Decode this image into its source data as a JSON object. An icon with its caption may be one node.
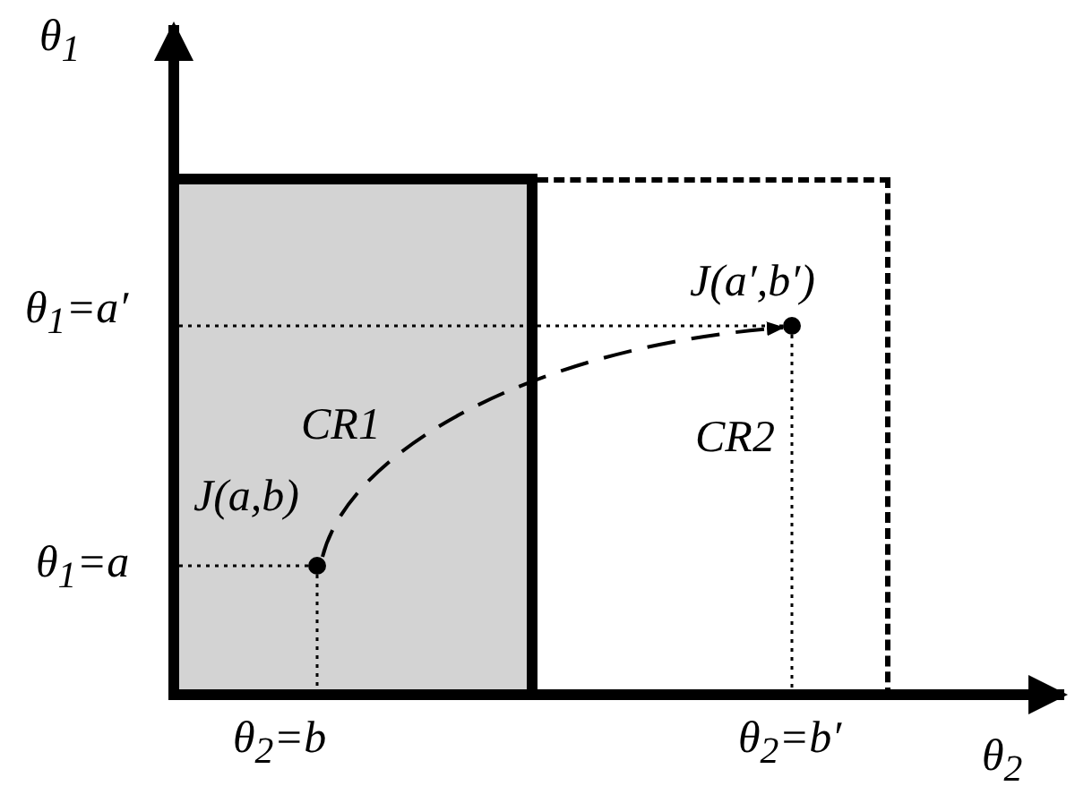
{
  "diagram": {
    "nodes": [
      {
        "text": [
          "CR1"
        ]
      },
      {
        "text": [
          "CR2"
        ]
      },
      {
        "text": [],
        "shape": "circle",
        "in": 0,
        "beside": [
          "J(a,b)"
        ]
      },
      {
        "text": [],
        "shape": "circle",
        "in": 1,
        "beside": [
          "J(a′,b′)"
        ]
      }
    ],
    "edges": [
      {
        "from": 2,
        "to": 3,
        "arrow": "to",
        "style": "dashed"
      }
    ],
    "labels": [
      "θ$_{1}$",
      "θ$_{1}$=a′",
      "θ$_{1}$=a",
      "θ$_{2}$=b",
      "θ$_{2}$=b′",
      "θ$_{2}$"
    ]
  }
}
